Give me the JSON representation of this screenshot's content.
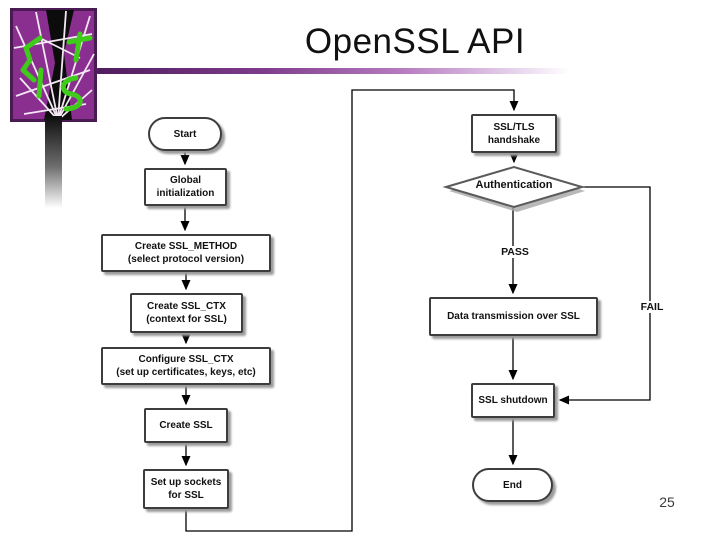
{
  "slide": {
    "title": "OpenSSL API",
    "page_number": "25"
  },
  "colors": {
    "brand_purple": "#8a2f8f",
    "logo_green": "#3ecb1a",
    "divider_dark_purple": "#4f1d5e",
    "connector_black": "#000000",
    "box_border_gray": "#3d3d3d"
  },
  "flowchart": {
    "nodes": {
      "start": "Start",
      "global_init": "Global\ninitialization",
      "create_method": "Create SSL_METHOD\n(select protocol version)",
      "create_ctx": "Create SSL_CTX\n(context for SSL)",
      "configure_ctx": "Configure SSL_CTX\n(set up certificates, keys, etc)",
      "create_ssl": "Create SSL",
      "setup_sockets": "Set up sockets\nfor SSL",
      "handshake": "SSL/TLS\nhandshake",
      "authentication": "Authentication",
      "data_transmission": "Data transmission over SSL",
      "ssl_shutdown": "SSL shutdown",
      "end": "End"
    },
    "edge_labels": {
      "pass": "PASS",
      "fail": "FAIL"
    }
  }
}
